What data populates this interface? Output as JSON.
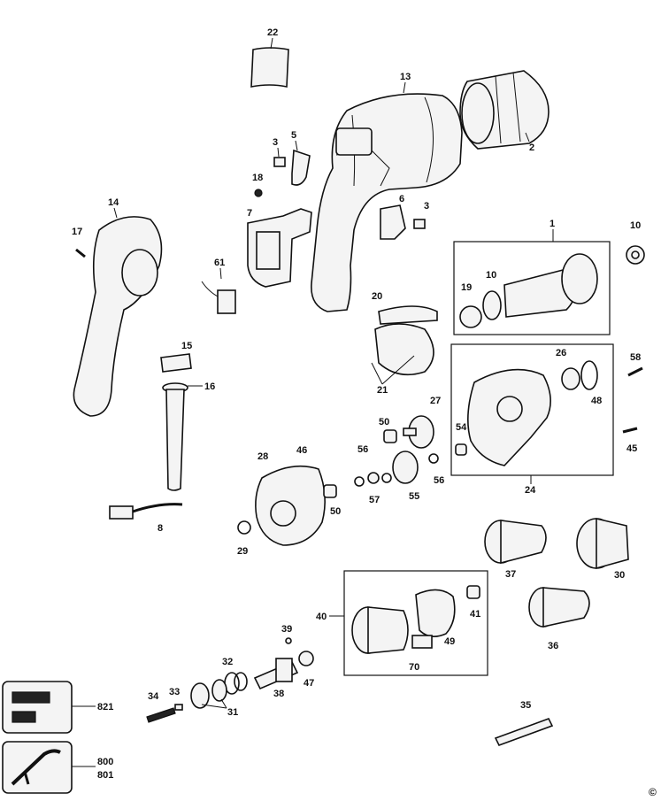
{
  "diagram": {
    "copyright_mark": "©",
    "part_labels": {
      "p1": "1",
      "p2": "2",
      "p3a": "3",
      "p3b": "3",
      "p5": "5",
      "p6": "6",
      "p7": "7",
      "p8": "8",
      "p10a": "10",
      "p10b": "10",
      "p13": "13",
      "p14": "14",
      "p15": "15",
      "p16": "16",
      "p17": "17",
      "p18": "18",
      "p19": "19",
      "p20": "20",
      "p21": "21",
      "p22": "22",
      "p24": "24",
      "p26": "26",
      "p27": "27",
      "p28": "28",
      "p29": "29",
      "p30": "30",
      "p31": "31",
      "p32": "32",
      "p33": "33",
      "p34": "34",
      "p35": "35",
      "p36": "36",
      "p37": "37",
      "p38": "38",
      "p39": "39",
      "p40": "40",
      "p41": "41",
      "p45": "45",
      "p46": "46",
      "p47": "47",
      "p48": "48",
      "p49": "49",
      "p50a": "50",
      "p50b": "50",
      "p54": "54",
      "p55": "55",
      "p56a": "56",
      "p56b": "56",
      "p57": "57",
      "p58": "58",
      "p61": "61",
      "p70": "70",
      "p800": "800",
      "p801": "801",
      "p821": "821"
    }
  }
}
